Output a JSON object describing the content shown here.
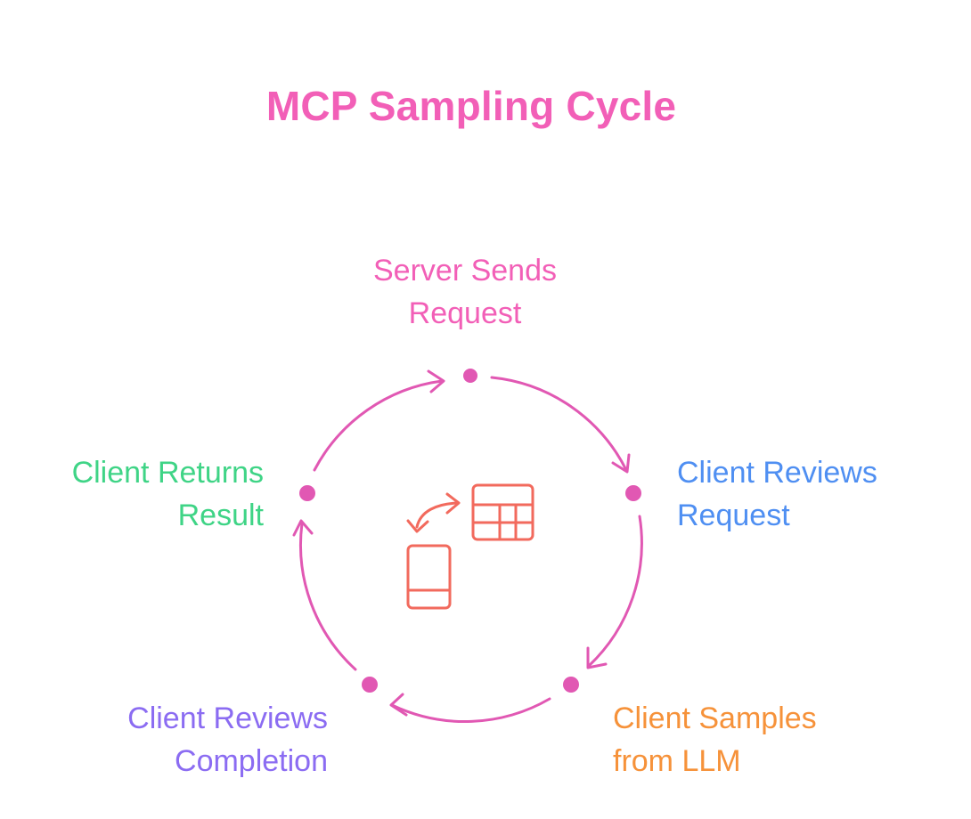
{
  "title": "MCP Sampling Cycle",
  "steps": [
    {
      "line1": "Server Sends",
      "line2": "Request",
      "color": "#f25fb7"
    },
    {
      "line1": "Client Reviews",
      "line2": "Request",
      "color": "#4f8ff2"
    },
    {
      "line1": "Client Samples",
      "line2": "from LLM",
      "color": "#f6923a"
    },
    {
      "line1": "Client Reviews",
      "line2": "Completion",
      "color": "#8b6cf2"
    },
    {
      "line1": "Client Returns",
      "line2": "Result",
      "color": "#3fd486"
    }
  ],
  "colors": {
    "cycle": "#e158b3",
    "center_icon": "#f26a5d"
  },
  "icons": {
    "center": [
      "swap-arrow-icon",
      "table-icon",
      "mobile-device-icon"
    ]
  }
}
